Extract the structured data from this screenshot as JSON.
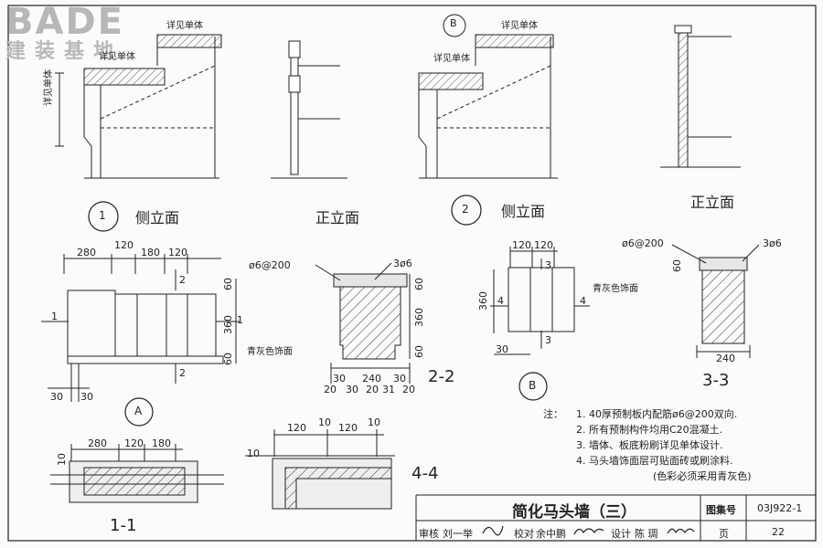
{
  "logo": {
    "line1": "BADE",
    "line2": "建装基地"
  },
  "views": {
    "side_1": "侧立面",
    "front_1": "正立面",
    "side_2": "侧立面",
    "front_2": "正立面",
    "ref_1": "1",
    "ref_2": "2",
    "ref_B_top": "B",
    "ref_A": "A",
    "ref_B": "B"
  },
  "callouts": {
    "see_unit_a": "详见单体",
    "see_unit_b": "详见单体",
    "see_unit_c": "详见单体",
    "see_unit_d": "详见单体",
    "see_unit_e": "详见单体",
    "finish_a": "青灰色饰面",
    "finish_b": "青灰色饰面"
  },
  "dims": {
    "a_280": "280",
    "a_120a": "120",
    "a_180": "180",
    "a_120b": "120",
    "a_60a": "60",
    "a_360": "360",
    "a_60b": "60",
    "a_30a": "30",
    "a_30b": "30",
    "s22_rebar": "ø6@200",
    "s22_bars": "3ø6",
    "s22_60a": "60",
    "s22_360": "360",
    "s22_60b": "60",
    "s22_30a": "30",
    "s22_240": "240",
    "s22_30b": "30",
    "s22_20a": "20",
    "s22_30c": "30",
    "s22_20b": "20",
    "s22_31": "31",
    "s22_20c": "20",
    "b_120a": "120",
    "b_120b": "120",
    "b_360": "360",
    "b_30": "30",
    "s33_rebar": "ø6@200",
    "s33_bars": "3ø6",
    "s33_60": "60",
    "s33_240": "240",
    "s11_280": "280",
    "s11_120": "120",
    "s11_180": "180",
    "s11_10": "10",
    "s44_120a": "120",
    "s44_10a": "10",
    "s44_120b": "120",
    "s44_10b": "10",
    "s44_10c": "10"
  },
  "section_marks": {
    "m1_left": "1",
    "m1_right": "1",
    "m2_top": "2",
    "m2_bot": "2",
    "m3_top": "3",
    "m3_bot": "3",
    "m4_left": "4",
    "m4_right": "4"
  },
  "section_titles": {
    "s22": "2-2",
    "s33": "3-3",
    "s44": "4-4",
    "s11": "1-1"
  },
  "notes": {
    "head": "注：",
    "items": [
      "1. 40厚预制板内配筋ø6@200双向.",
      "2. 所有预制构件均用C20混凝土.",
      "3. 墙体、板底粉刷详见单体设计.",
      "4. 马头墙饰面层可贴面砖或刷涂料.",
      "(色彩必须采用青灰色)"
    ]
  },
  "title_block": {
    "title": "简化马头墙（三）",
    "atlas_label": "图集号",
    "atlas_no": "03J922-1",
    "review": "审核",
    "review_name": "刘一举",
    "check": "校对",
    "check_name": "余中鹏",
    "design": "设计",
    "design_name": "陈 琱",
    "page_label": "页",
    "page_no": "22"
  }
}
